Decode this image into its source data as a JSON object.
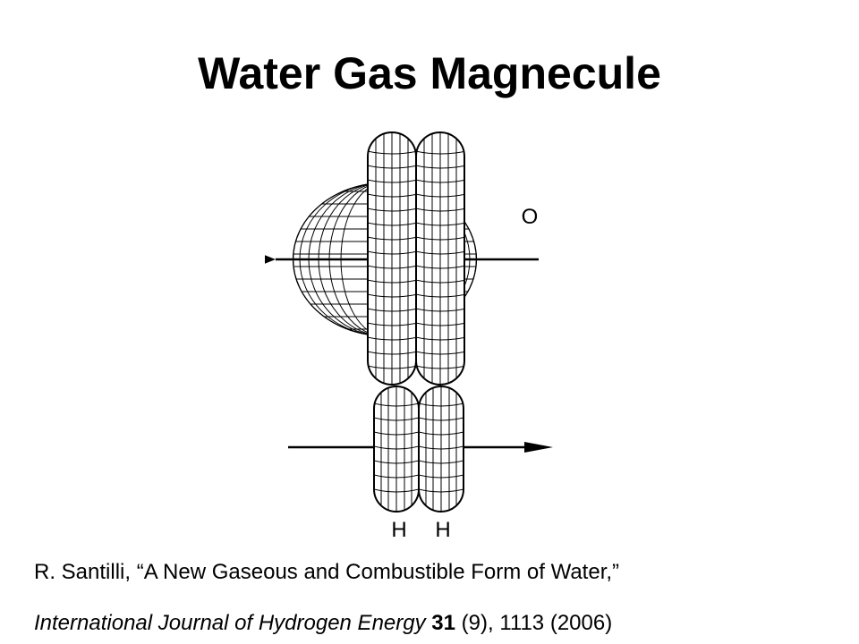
{
  "slide": {
    "title": "Water Gas Magnecule"
  },
  "diagram": {
    "oxygen_label": "O",
    "hydrogen_labels": [
      "H",
      "H"
    ]
  },
  "citation": {
    "line1": "R. Santilli, “A New Gaseous and Combustible Form of Water,”",
    "journal": "International Journal of Hydrogen Energy",
    "volume": "31",
    "rest": "(9), 1113 (2006)"
  }
}
